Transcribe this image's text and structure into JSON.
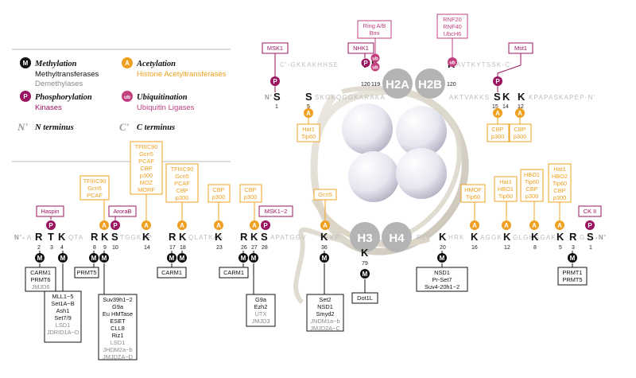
{
  "legend": {
    "methyl_symbol": "M",
    "methyl_title": "Methylation",
    "methyl_l1": "Methyltransferases",
    "methyl_l2": "Demethylases",
    "acetyl_symbol": "A",
    "acetyl_title": "Acetylation",
    "acetyl_l1": "Histone Acetyltransferases",
    "phos_symbol": "P",
    "phos_title": "Phosphorylation",
    "phos_l1": "Kinases",
    "ub_symbol": "ub",
    "ub_title": "Ubiquitination",
    "ub_l1": "Ubiquitin Ligases",
    "n_symbol": "N'",
    "n_title": "N terminus",
    "c_symbol": "C'",
    "c_title": "C terminus"
  },
  "colors": {
    "methyl": "#111111",
    "acetyl": "#f0a020",
    "phos": "#9b1460",
    "ub": "#c2407f",
    "demethyl_text": "#8a8a8a",
    "sequence": "#bdbdbd",
    "histone": "#b4b4b4"
  },
  "histones": {
    "h2a": "H2A",
    "h2b": "H2B",
    "h3": "H3",
    "h4": "H4"
  },
  "h2a_top": {
    "seq": "C'-GKKAKHHSE",
    "mid": "SKGKQGGKARAKA",
    "t_res": "T",
    "k_res": "K",
    "t_num": "120",
    "t_num2": "119",
    "k_num": "5",
    "n_label": "N'-",
    "s_res": "S",
    "s_num": "1"
  },
  "h2b_top": {
    "seq": "AVTKYTSSK-C'",
    "mid": "AKTVAKKS",
    "k_res": "K",
    "k_num": "120",
    "s_res": "S",
    "k2_res": "K",
    "s_num": "15",
    "s_num2": "14",
    "k2_num": "12",
    "tail": "KPAPASKAPEP-N'"
  },
  "h3": {
    "n_label": "N'-",
    "seq_a": "A",
    "R2": "R",
    "T3": "T",
    "K4": "K",
    "seq_b": "QTA",
    "R8": "R",
    "K9": "K",
    "S10": "S",
    "seq_c": "TGGKAP",
    "R17": "R",
    "K18": "K",
    "seq_d": "QLATKAA",
    "R26": "R",
    "K27": "K",
    "S28": "S",
    "seq_e": "APATGGV",
    "K36": "K",
    "seq_f": "KP",
    "K79": "K",
    "nums": [
      "2",
      "3",
      "4",
      "8",
      "9",
      "10",
      "14",
      "17",
      "18",
      "23",
      "26",
      "27",
      "28",
      "36",
      "79"
    ]
  },
  "h4": {
    "seq_a": "RLV",
    "K20": "K",
    "seq_b": "HRK",
    "K16": "K",
    "seq_c": "AGGK",
    "K12": "K",
    "seq_d": "GLGKGGAK",
    "K8": "K",
    "K5": "K",
    "R3": "R",
    "S1": "S",
    "seq_e": "G",
    "c_label": "-N'",
    "nums": [
      "20",
      "16",
      "12",
      "8",
      "5",
      "3",
      "1"
    ]
  },
  "boxes": {
    "msk1_top": "MSK1",
    "nhk1": "NHK1",
    "ring": [
      "Ring A/B",
      "Bmi"
    ],
    "rnf": [
      "RNF20",
      "RNF40",
      "UbcH6"
    ],
    "mst1": "Mst1",
    "hat1_tip60_top": [
      "Hat1",
      "Tip60"
    ],
    "cbp_p300_a": [
      "CBP",
      "p300"
    ],
    "cbp_p300_b": [
      "CBP",
      "p300"
    ],
    "haspin": "Haspin",
    "tfiiic_a": [
      "TFIIIC90",
      "Gcn5",
      "PCAF"
    ],
    "arorab": "AroraB",
    "tfiiic_b": [
      "TFIIIC90",
      "Gcn5",
      "PCAF",
      "CBP",
      "p300",
      "MOZ",
      "MORF"
    ],
    "tfiiic_c": [
      "TFIIIC90",
      "Gcn5",
      "PCAF",
      "CBP",
      "p300"
    ],
    "cbp_p300_c": [
      "CBP",
      "p300"
    ],
    "cbp_p300_d": [
      "CBP",
      "p300"
    ],
    "msk1_2": "MSK1~2",
    "gcn5": "Gcn5",
    "hmof": [
      "HMOF",
      "Tip60"
    ],
    "hat1_hbo1": [
      "Hat1",
      "HBO1",
      "Tip60"
    ],
    "hbo1_tip60": [
      "HBO1",
      "Tip60",
      "CBP",
      "p300"
    ],
    "hat1_hbo2": [
      "Hat1",
      "HBO2",
      "Tip60",
      "CBP",
      "p300"
    ],
    "ck2": "CK II",
    "carm1_prmt6": {
      "methyl": [
        "CARM1",
        "PRMT6"
      ],
      "demethyl": [
        "JMJD6"
      ]
    },
    "prmt5_a": {
      "methyl": [
        "PRMT5"
      ],
      "demethyl": []
    },
    "mll": {
      "methyl": [
        "MLL1~5",
        "Set1A~B",
        "Ash1",
        "Set7/9"
      ],
      "demethyl": [
        "LSD1",
        "JDRID1A~D"
      ]
    },
    "suv39": {
      "methyl": [
        "Suv39h1~2",
        "G9a",
        "Eu HMTase",
        "ESET",
        "CLL8",
        "Riz1"
      ],
      "demethyl": [
        "LSD1",
        "JHDM2a~b",
        "JMJDZA~D"
      ]
    },
    "carm1_a": {
      "methyl": [
        "CARM1"
      ],
      "demethyl": []
    },
    "carm1_b": {
      "methyl": [
        "CARM1"
      ],
      "demethyl": []
    },
    "g9a": {
      "methyl": [
        "G9a",
        "Ezh2"
      ],
      "demethyl": [
        "UTX",
        "JMJD3"
      ]
    },
    "set2": {
      "methyl": [
        "Set2",
        "NSD1",
        "Smyd2"
      ],
      "demethyl": [
        "JNDM1a~b",
        "JMJD2A~C"
      ]
    },
    "dot1l": {
      "methyl": [
        "Dot1L"
      ],
      "demethyl": []
    },
    "nsd1": {
      "methyl": [
        "NSD1",
        "Pr-Set7",
        "Suv4-20h1~2"
      ],
      "demethyl": []
    },
    "prmt1": {
      "methyl": [
        "PRMT1",
        "PRMT5"
      ],
      "demethyl": []
    }
  }
}
